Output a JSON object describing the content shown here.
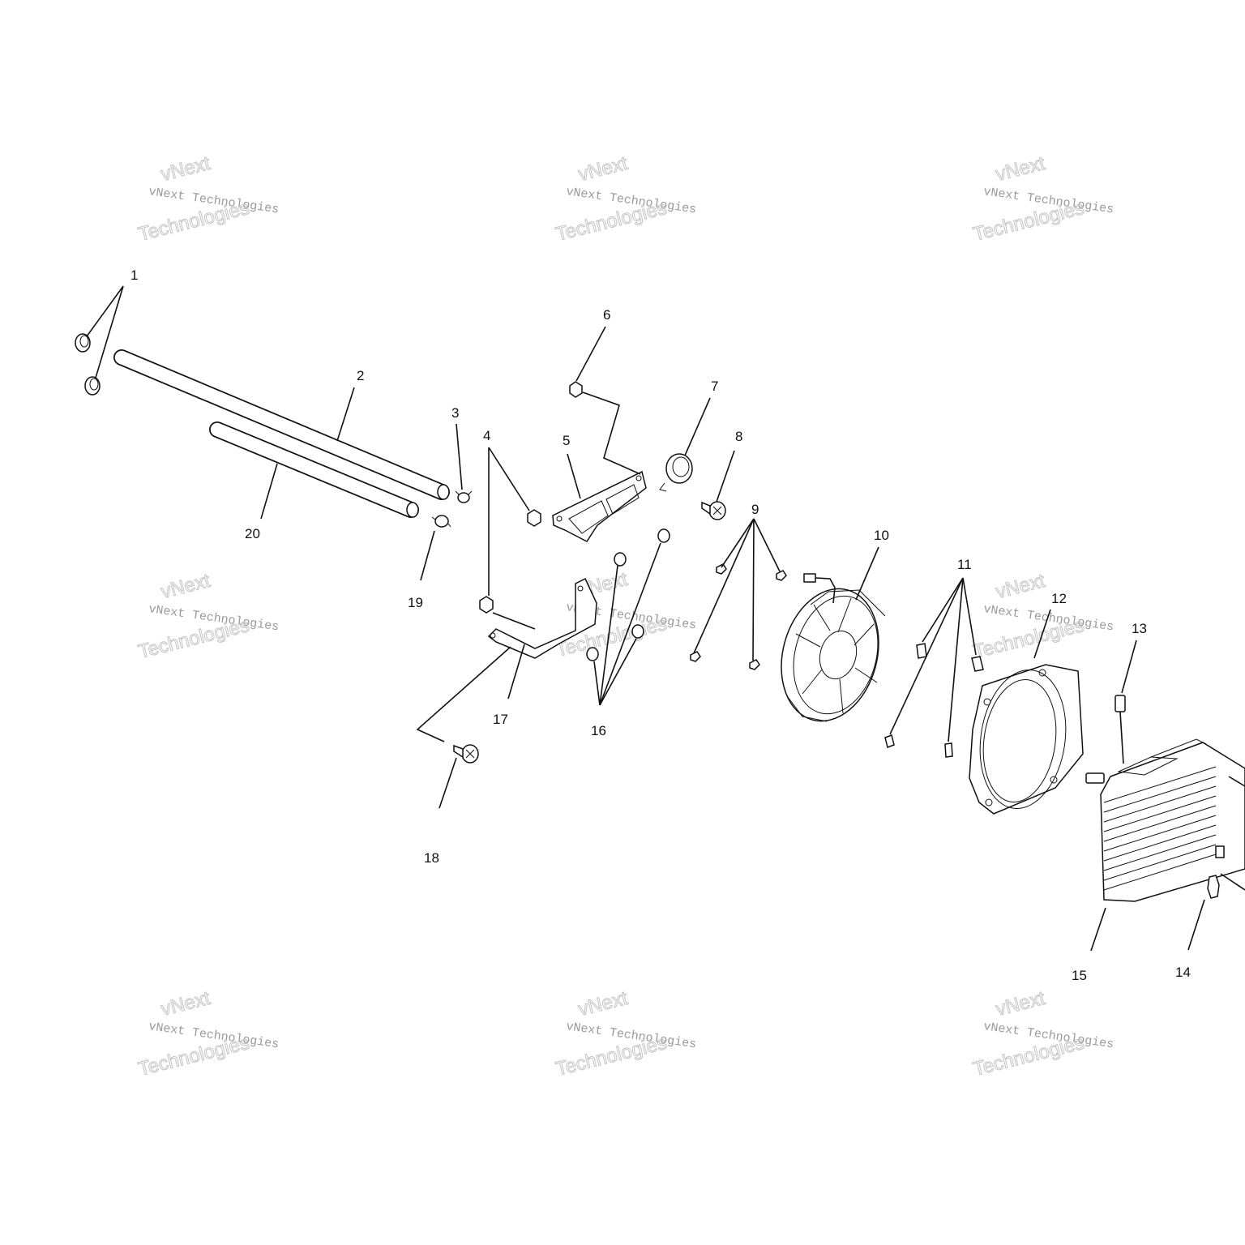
{
  "diagram": {
    "parts": [
      {
        "id": "p1",
        "label": "1"
      },
      {
        "id": "p2",
        "label": "2"
      },
      {
        "id": "p3",
        "label": "3"
      },
      {
        "id": "p4",
        "label": "4"
      },
      {
        "id": "p5",
        "label": "5"
      },
      {
        "id": "p6",
        "label": "6"
      },
      {
        "id": "p7",
        "label": "7"
      },
      {
        "id": "p8",
        "label": "8"
      },
      {
        "id": "p9",
        "label": "9"
      },
      {
        "id": "p10",
        "label": "10"
      },
      {
        "id": "p11",
        "label": "11"
      },
      {
        "id": "p12",
        "label": "12"
      },
      {
        "id": "p13",
        "label": "13"
      },
      {
        "id": "p14",
        "label": "14"
      },
      {
        "id": "p15",
        "label": "15"
      },
      {
        "id": "p16",
        "label": "16"
      },
      {
        "id": "p17",
        "label": "17"
      },
      {
        "id": "p18",
        "label": "18"
      },
      {
        "id": "p19",
        "label": "19"
      },
      {
        "id": "p20",
        "label": "20"
      }
    ]
  },
  "watermark": {
    "brand": "vNext",
    "line1": "vNext Technologies",
    "line2": "Technologies"
  }
}
